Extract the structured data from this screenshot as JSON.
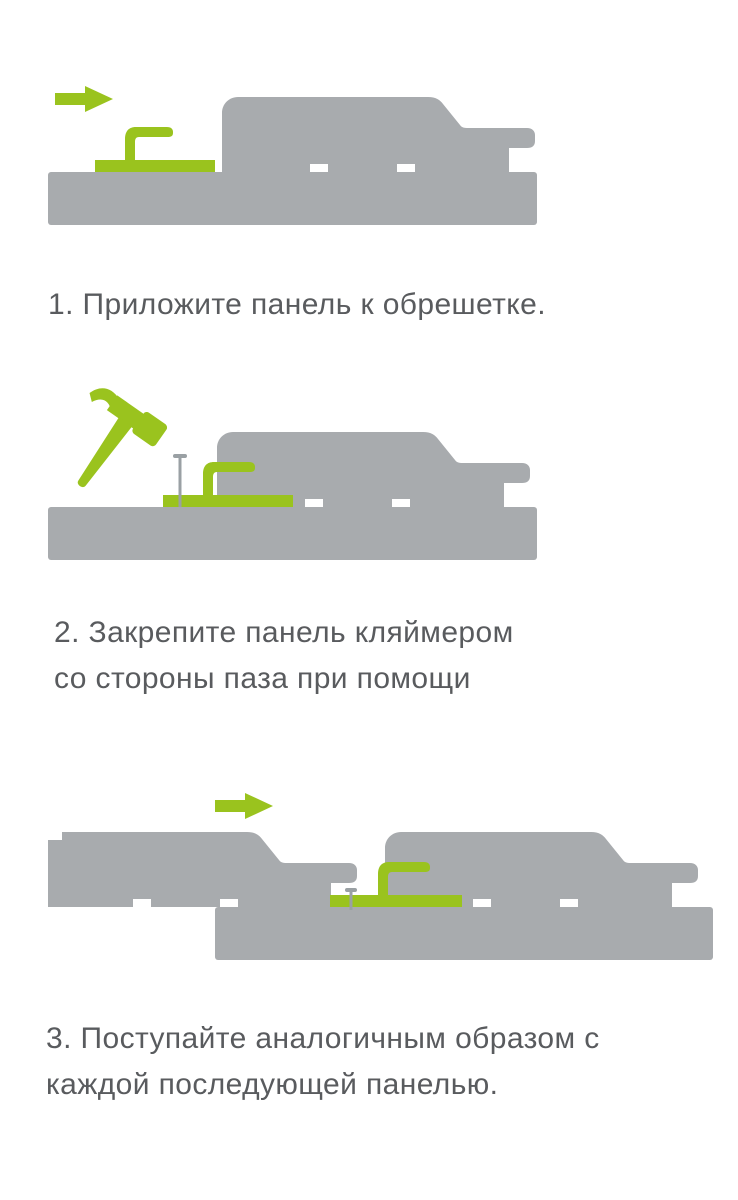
{
  "colors": {
    "background": "#ffffff",
    "panel_gray": "#a8abae",
    "accent_green": "#9ac31e",
    "nail_gray": "#9aa0a4",
    "text_gray": "#595b5e"
  },
  "steps": [
    {
      "caption_lines": [
        "1. Приложите панель к обрешетке."
      ],
      "icons": [
        "arrow-right-icon",
        "clip-icon",
        "panel-shape",
        "batten-shape"
      ]
    },
    {
      "caption_lines": [
        "2. Закрепите панель кляймером",
        "со стороны паза при помощи"
      ],
      "icons": [
        "hammer-icon",
        "nail-icon",
        "clip-icon",
        "panel-shape",
        "batten-shape"
      ]
    },
    {
      "caption_lines": [
        "3. Поступайте аналогичным образом с",
        "каждой последующей панелью."
      ],
      "icons": [
        "arrow-right-icon",
        "panel-shape",
        "clip-icon",
        "nail-icon",
        "panel-shape",
        "batten-shape"
      ]
    }
  ]
}
